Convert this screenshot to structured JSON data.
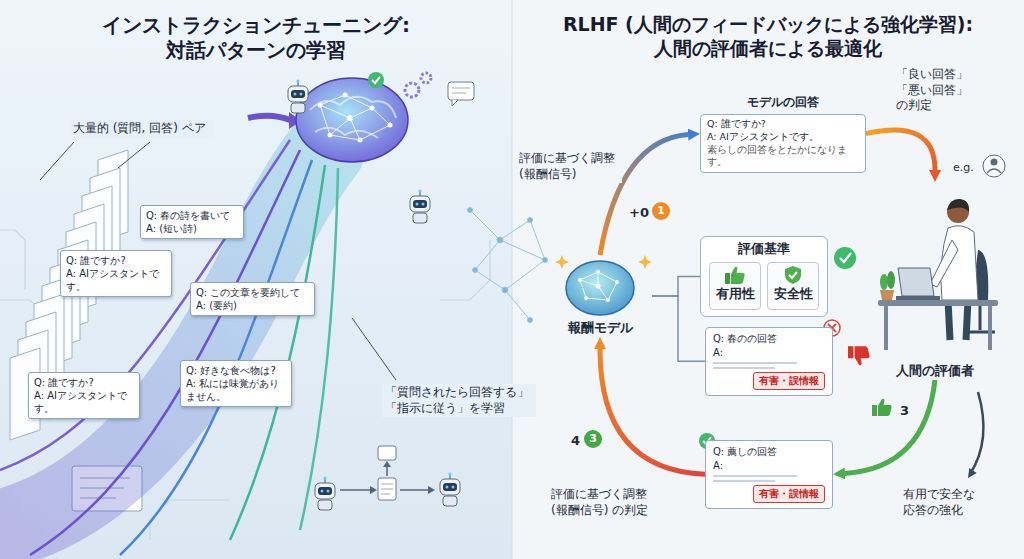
{
  "diagram": {
    "nodes": [
      {
        "text": [
          "Q: 誰ですか?",
          "A: AIアシスタントです。"
        ]
      },
      {
        "text": [
          "Q: 春の詩を書いて",
          "A: (短い詩)"
        ]
      },
      {
        "text": [
          "Q: この文章を要約して",
          "A: (要約)"
        ]
      },
      {
        "text": [
          "Q: 誰ですか?",
          "A: AIアシスタントです。"
        ]
      },
      {
        "text": [
          "Q: 好きな食べ物は?",
          "A: 私には味覚がありません。"
        ]
      },
      {
        "text": [
          "モデルの回答",
          "Q: 誰ですか?",
          "A: AIアシスタントです。",
          "素らしの回答をとたかになります。"
        ]
      },
      {
        "text": [
          "評価基準"
        ]
      },
      {
        "text": [
          "有用性"
        ],
        "in": 6
      },
      {
        "text": [
          "安全性"
        ],
        "in": 6
      },
      {
        "text": [
          "報酬モデル"
        ]
      },
      {
        "text": [
          "Q: 春のの回答",
          "A:"
        ]
      },
      {
        "text": [
          "有害・誤情報"
        ],
        "in": 10
      },
      {
        "text": [
          "人間の評価者"
        ]
      },
      {
        "text": [
          "Q: 薦しの回答",
          "A:"
        ]
      },
      {
        "text": [
          "有害・誤情報"
        ],
        "in": 13
      }
    ],
    "edges": [
      {
        "from": 9,
        "to": 5,
        "arrow": "to",
        "label": "評価に基づく調整 (報酬信号)"
      },
      {
        "from": 5,
        "to": 12,
        "arrow": "to",
        "label": "「良い回答」「悪い回答」の判定"
      },
      {
        "from": 12,
        "to": 13,
        "arrow": "to"
      },
      {
        "from": 13,
        "to": 9,
        "arrow": "to",
        "label": "評価に基づく調整 (報酬信号) の判定"
      },
      {
        "from": 9,
        "to": 6,
        "arrow": "none"
      },
      {
        "from": 9,
        "to": 10,
        "arrow": "none"
      }
    ],
    "labels": [
      "インストラクションチューニング: 対話パターンの学習",
      "RLHF (人間のフィードバックによる強化学習): 人間の評価者による最適化",
      "大量的 (質問, 回答) ペア",
      "「質問されたら回答する」 「指示に従う」を学習",
      "+0",
      "1",
      "e.g.",
      "3",
      "4",
      "3",
      "有用で安全な 応答の強化"
    ]
  }
}
